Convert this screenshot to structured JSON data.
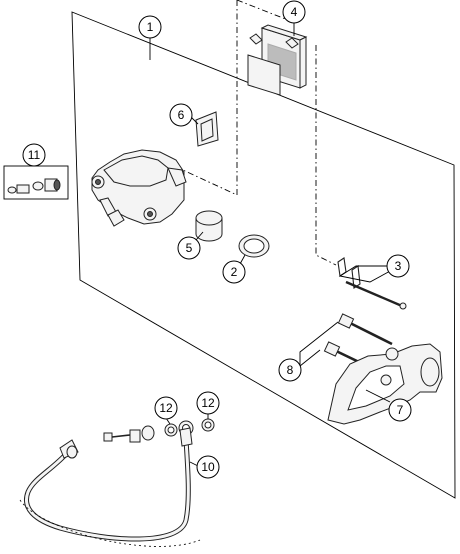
{
  "callouts": {
    "c1": "1",
    "c2": "2",
    "c3": "3",
    "c4": "4",
    "c5": "5",
    "c6": "6",
    "c7": "7",
    "c8": "8",
    "c10": "10",
    "c11": "11",
    "c12a": "12",
    "c12b": "12"
  }
}
